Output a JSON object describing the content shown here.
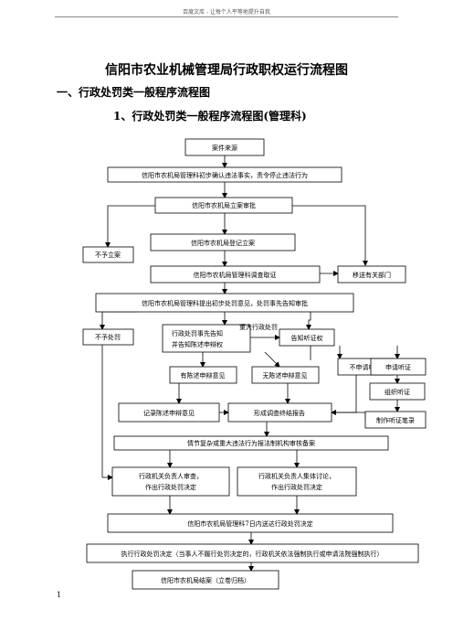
{
  "header": {
    "text": "百度文库 - 让每个人平等地提升自我"
  },
  "title": "信阳市农业机械管理局行政职权运行流程图",
  "section": "一、行政处罚类一般程序流程图",
  "subsection": "1、行政处罚类一般程序流程图(管理科)",
  "page_number": "1",
  "nodes": {
    "case_source": "案件来源",
    "initial_confirm": "信阳市农机局管理科初步确认违法事实，责令停止违法行为",
    "filing_approval": "信阳市农机局立案审批",
    "no_filing": "不予立案",
    "register_filing": "信阳市农机局登记立案",
    "investigation": "信阳市农机局管理科调查取证",
    "transfer": "移送有关部门",
    "propose_opinion": "信阳市农机局管理科提出初步处罚意见，处罚事先告知审批",
    "no_penalty": "不予处罚",
    "prior_notice_1": "行政处罚事先告知",
    "prior_notice_2": "并告知陈述申辩权",
    "major_label": "重大行政处罚",
    "hearing_notice": "告知听证权",
    "has_statement": "有陈述申辩意见",
    "no_statement": "无陈述申辩意见",
    "no_hearing_request": "不申请听证",
    "hearing_request": "申请听证",
    "organize_hearing": "组织听证",
    "record_statement": "记录陈述申辩意见",
    "final_report": "形成调查终结报告",
    "hearing_transcript": "制作听证笔录",
    "legal_review": "情节复杂或重大违法行为报法制机构审核备案",
    "head_review_1": "行政机关负责人审查，",
    "head_review_2": "作出行政处罚决定",
    "collective_1": "行政机关负责人集体讨论，",
    "collective_2": "作出行政处罚决定",
    "serve_decision": "信阳市农机局管理科7日内送达行政处罚决定",
    "execute": "执行行政处罚决定（当事人不履行处罚决定的，行政机关依法强制执行或申请法院强制执行）",
    "close_case": "信阳市农机局结案（立卷归档）"
  }
}
